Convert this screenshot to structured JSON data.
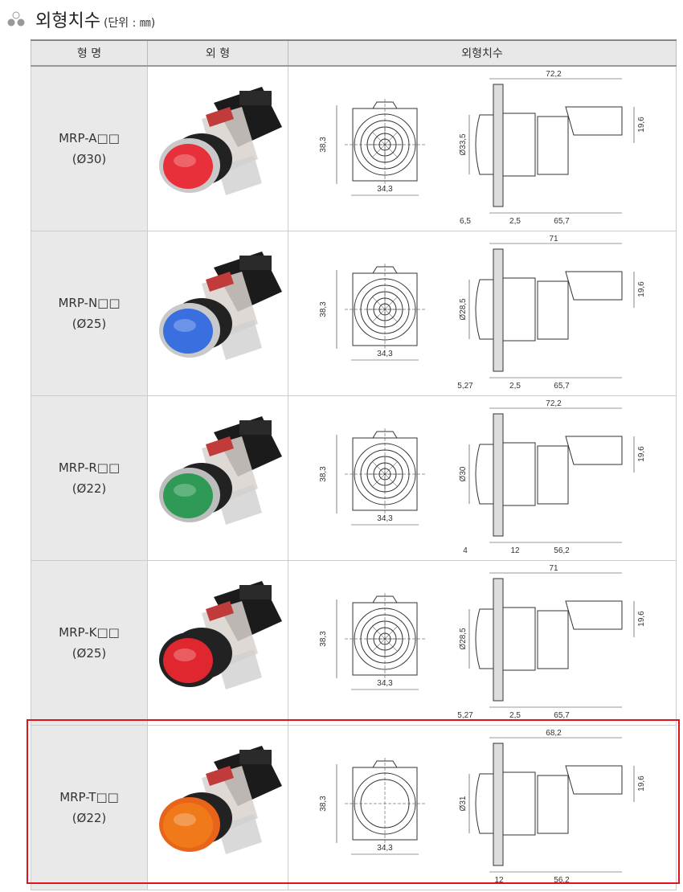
{
  "title": {
    "text": "외형치수",
    "unit": "(단위 : ㎜)"
  },
  "headers": [
    "형 명",
    "외 형",
    "외형치수"
  ],
  "rows": [
    {
      "model": "MRP-A□□",
      "size": "(Ø30)",
      "lens_color": "#e8303a",
      "bezel": "#c9c9c9",
      "front_h": "38,3",
      "front_w": "34,3",
      "dia": "Ø33,5",
      "total": "72,2",
      "term": "19,6",
      "bottom": [
        "6,5",
        "2,5",
        "65,7"
      ]
    },
    {
      "model": "MRP-N□□",
      "size": "(Ø25)",
      "lens_color": "#3a6fe0",
      "bezel": "#c9c9c9",
      "front_h": "38,3",
      "front_w": "34,3",
      "dia": "Ø28,5",
      "total": "71",
      "term": "19,6",
      "bottom": [
        "5,27",
        "2,5",
        "65,7"
      ]
    },
    {
      "model": "MRP-R□□",
      "size": "(Ø22)",
      "lens_color": "#2e9a55",
      "bezel": "#bdbdbd",
      "front_h": "38,3",
      "front_w": "34,3",
      "dia": "Ø30",
      "total": "72,2",
      "term": "19,6",
      "bottom": [
        "4",
        "12",
        "56,2"
      ]
    },
    {
      "model": "MRP-K□□",
      "size": "(Ø25)",
      "lens_color": "#e0262e",
      "bezel": "#222222",
      "front_h": "38,3",
      "front_w": "34,3",
      "dia": "Ø28,5",
      "total": "71",
      "term": "19,6",
      "bottom": [
        "5,27",
        "2,5",
        "65,7"
      ]
    },
    {
      "model": "MRP-T□□",
      "size": "(Ø22)",
      "lens_color": "#f07a1a",
      "bezel": "#e8641a",
      "front_h": "38,3",
      "front_w": "34,3",
      "dia": "Ø31",
      "total": "68,2",
      "term": "19,6",
      "bottom": [
        "12",
        "56,2"
      ]
    }
  ]
}
